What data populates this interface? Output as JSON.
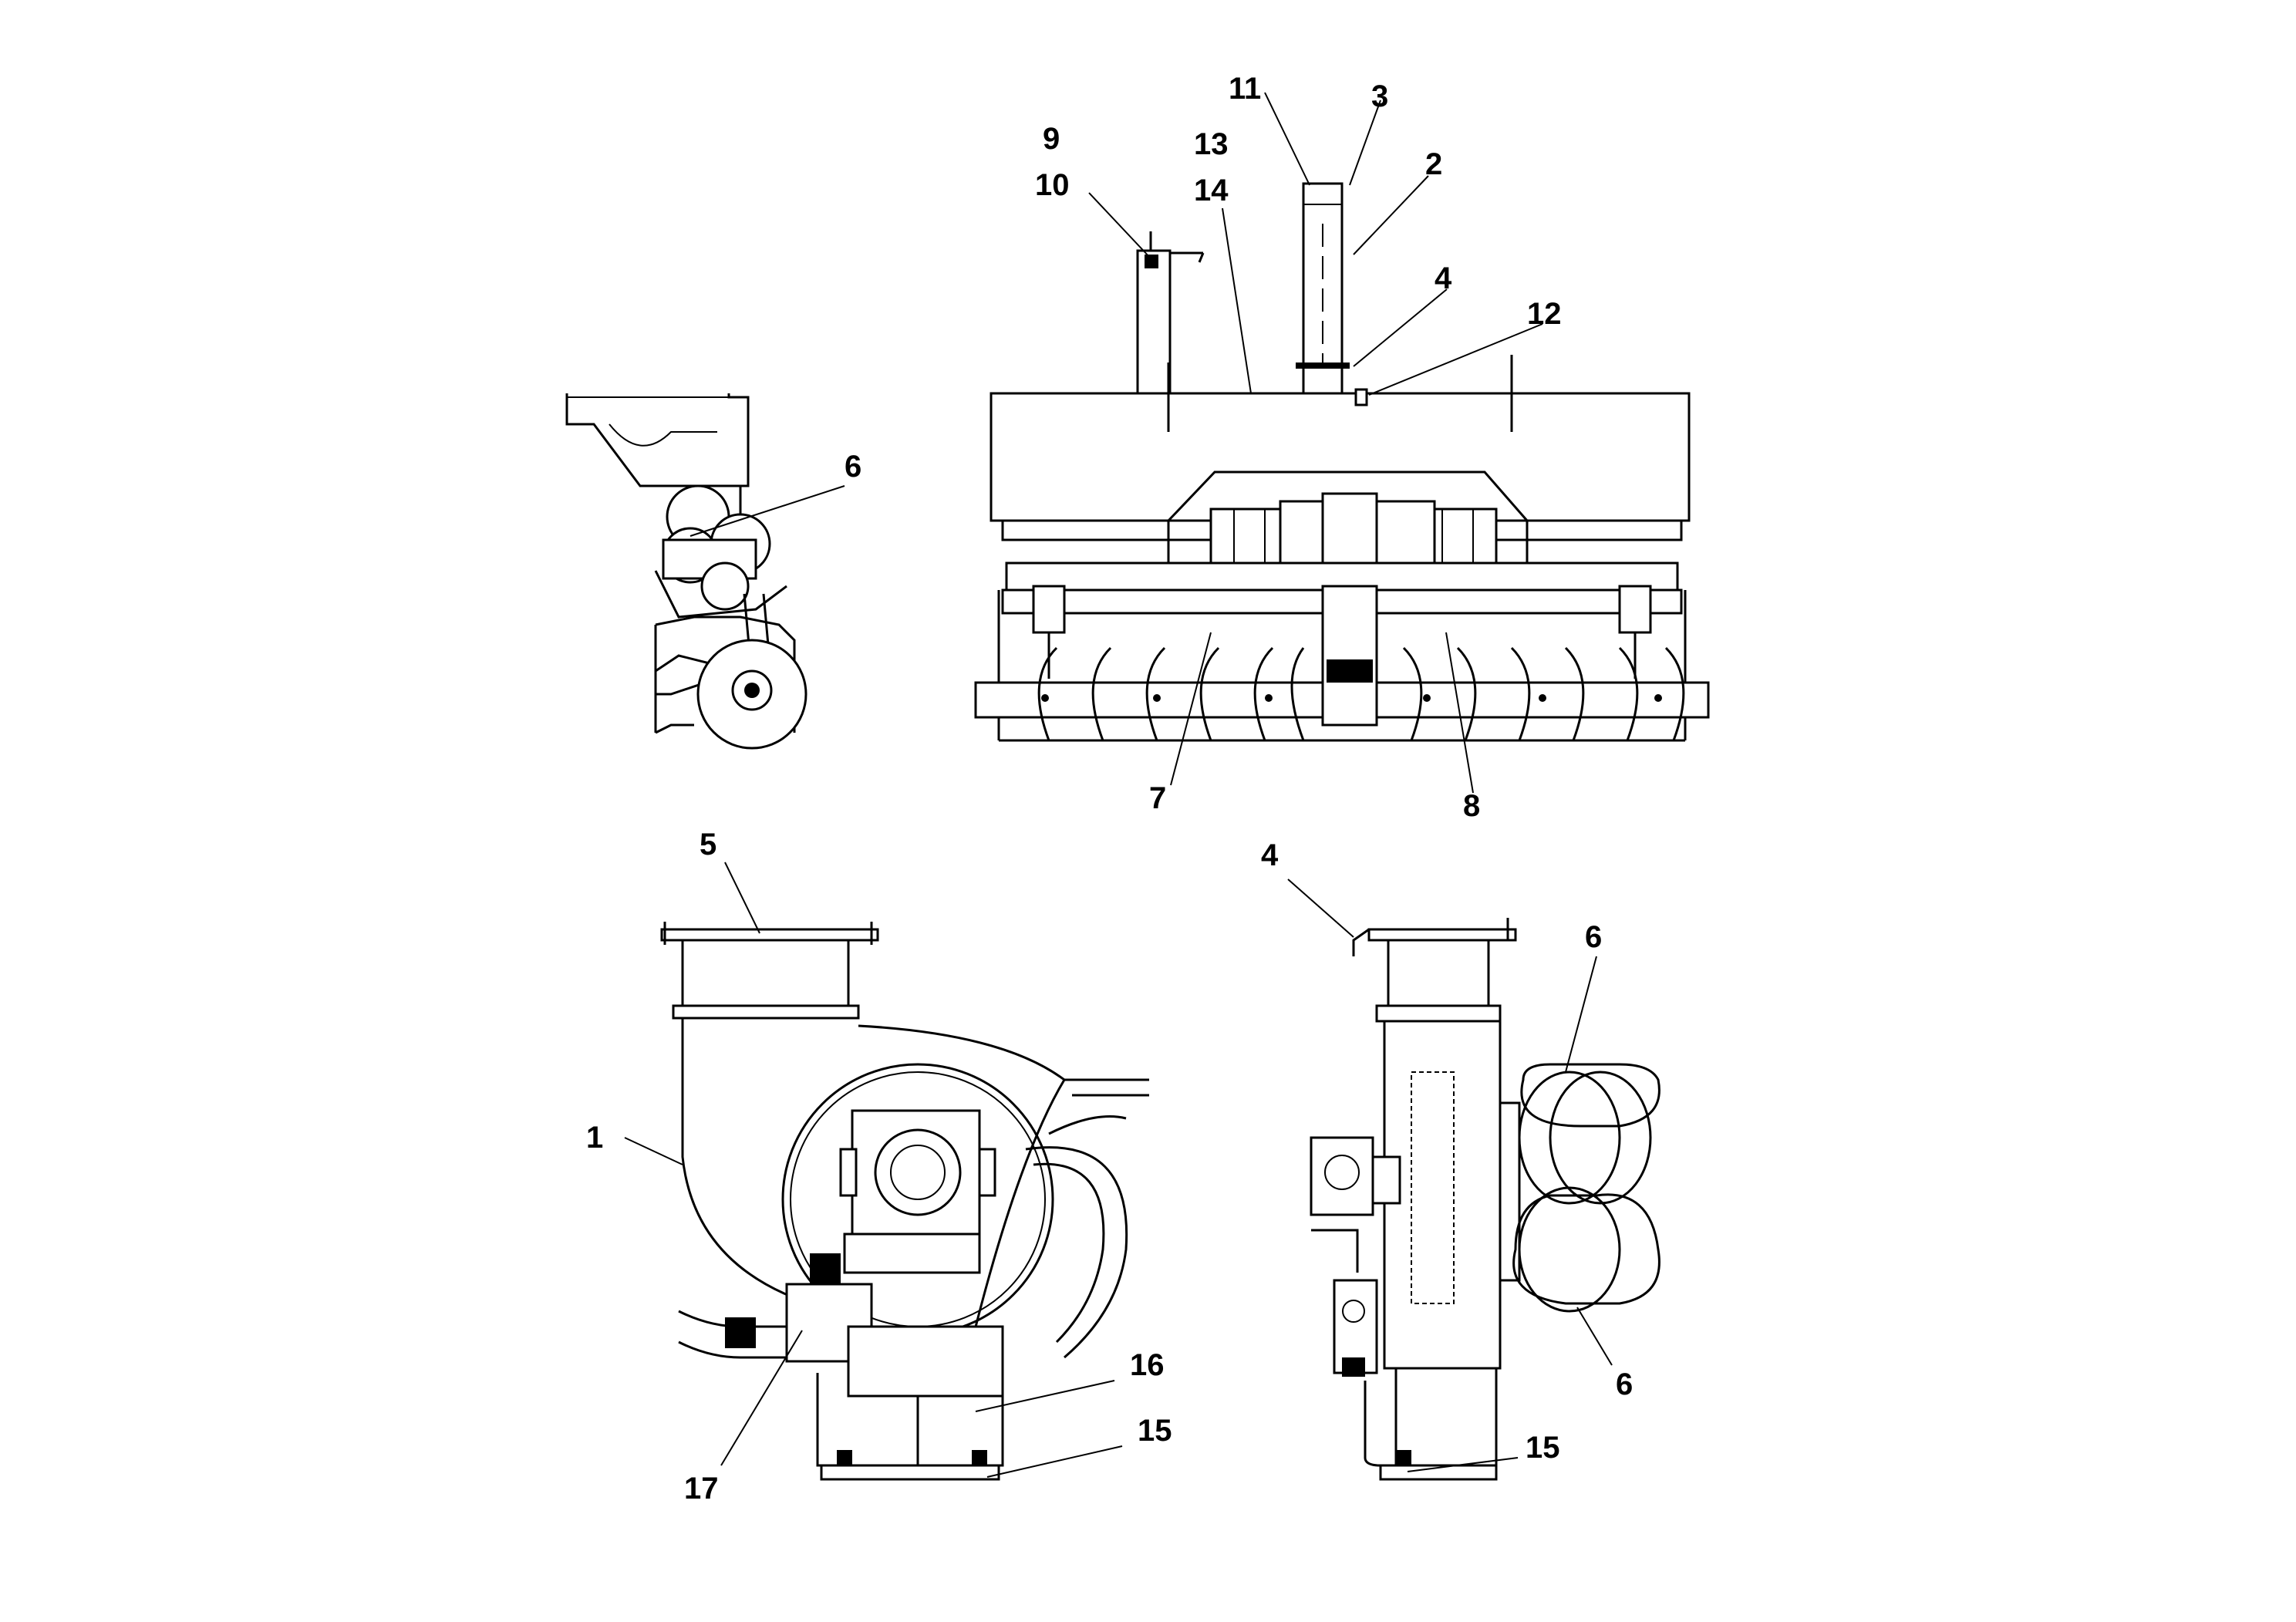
{
  "callouts": [
    {
      "id": "c9",
      "text": "9"
    },
    {
      "id": "c10",
      "text": "10"
    },
    {
      "id": "c13",
      "text": "13"
    },
    {
      "id": "c14",
      "text": "14"
    },
    {
      "id": "c11",
      "text": "11"
    },
    {
      "id": "c3",
      "text": "3"
    },
    {
      "id": "c2",
      "text": "2"
    },
    {
      "id": "c4a",
      "text": "4"
    },
    {
      "id": "c12",
      "text": "12"
    },
    {
      "id": "c6a",
      "text": "6"
    },
    {
      "id": "c7",
      "text": "7"
    },
    {
      "id": "c8",
      "text": "8"
    },
    {
      "id": "c5",
      "text": "5"
    },
    {
      "id": "c1",
      "text": "1"
    },
    {
      "id": "c17",
      "text": "17"
    },
    {
      "id": "c16",
      "text": "16"
    },
    {
      "id": "c15a",
      "text": "15"
    },
    {
      "id": "c4b",
      "text": "4"
    },
    {
      "id": "c6b",
      "text": "6"
    },
    {
      "id": "c6c",
      "text": "6"
    },
    {
      "id": "c15b",
      "text": "15"
    }
  ]
}
